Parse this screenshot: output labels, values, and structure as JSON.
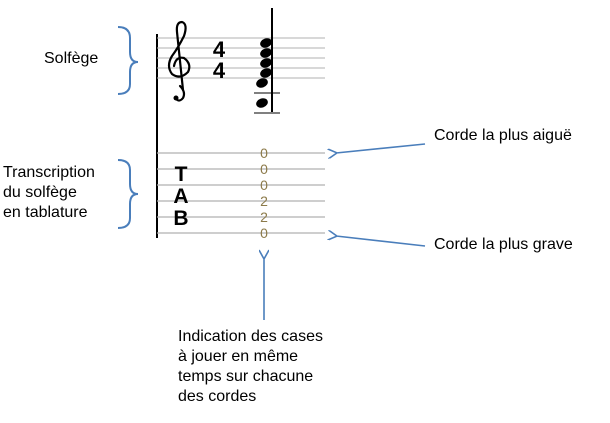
{
  "labels": {
    "solfege": "Solfège",
    "transcription": "Transcription\ndu solfège\nen tablature",
    "corde_aigue": "Corde la plus aiguë",
    "corde_grave": "Corde la plus grave",
    "indication": "Indication des cases\nà jouer en même\ntemps sur chacune\ndes cordes"
  },
  "score": {
    "time_signature_top": "4",
    "time_signature_bottom": "4",
    "tab_letters": [
      "T",
      "A",
      "B"
    ],
    "fret_numbers": [
      "0",
      "0",
      "0",
      "2",
      "2",
      "0"
    ]
  },
  "colors": {
    "brace": "#4a7ebb",
    "arrow": "#4a7ebb",
    "staff_line": "#b0b0b0",
    "fret_number": "#8c7a4a",
    "ink": "#000000"
  }
}
